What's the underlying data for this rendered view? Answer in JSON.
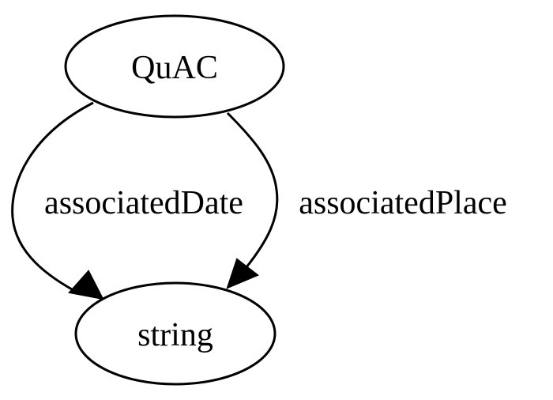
{
  "diagram": {
    "nodes": {
      "source": {
        "label": "QuAC"
      },
      "target": {
        "label": "string"
      }
    },
    "edges": [
      {
        "label": "associatedDate",
        "from": "QuAC",
        "to": "string"
      },
      {
        "label": "associatedPlace",
        "from": "QuAC",
        "to": "string"
      }
    ]
  },
  "colors": {
    "stroke": "#000000",
    "background": "#ffffff"
  }
}
